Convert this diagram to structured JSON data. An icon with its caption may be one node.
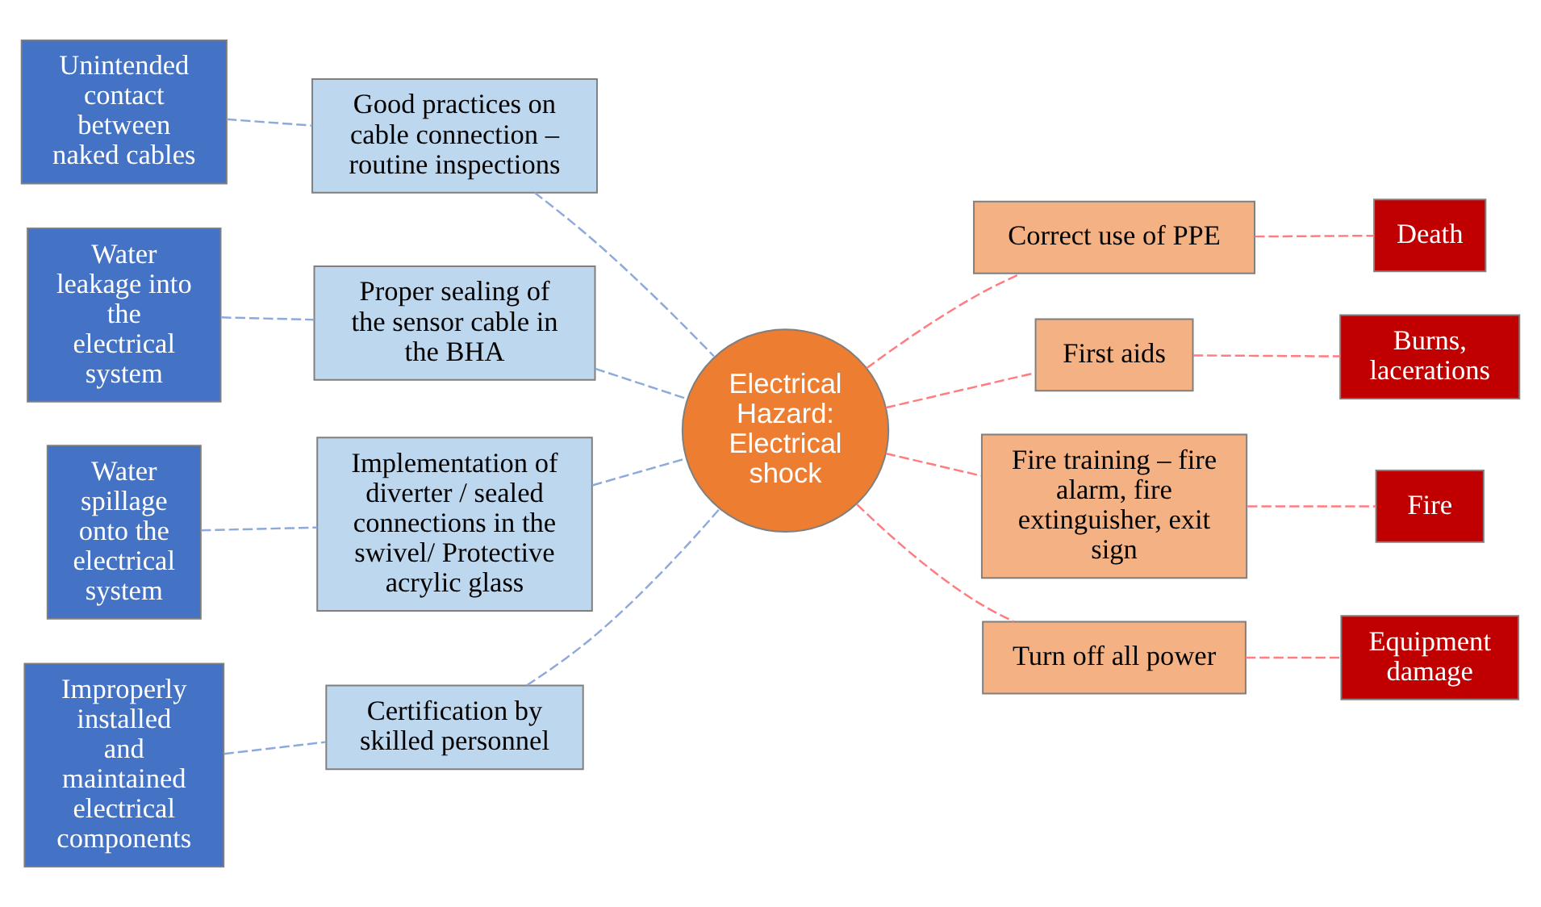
{
  "diagram": {
    "nodes": [
      {
        "text": [
          "Unintended contact between naked cables"
        ]
      },
      {
        "text": [
          "Water leakage into the electrical system"
        ]
      },
      {
        "text": [
          "Water spillage onto the electrical system"
        ]
      },
      {
        "text": [
          "Improperly installed and maintained electrical components"
        ]
      },
      {
        "text": [
          "Good practices on cable connection – routine inspections"
        ]
      },
      {
        "text": [
          "Proper sealing of the sensor cable in the BHA"
        ]
      },
      {
        "text": [
          "Implementation of diverter / sealed connections in the swivel/ Protective acrylic glass"
        ]
      },
      {
        "text": [
          "Certification by skilled personnel"
        ]
      },
      {
        "text": [
          "Electrical Hazard: Electrical shock"
        ]
      },
      {
        "text": [
          "Correct use of PPE"
        ]
      },
      {
        "text": [
          "First aids"
        ]
      },
      {
        "text": [
          "Fire training – fire alarm, fire extinguisher, exit sign"
        ]
      },
      {
        "text": [
          "Turn off all power"
        ]
      },
      {
        "text": [
          "Death"
        ]
      },
      {
        "text": [
          "Burns, lacerations"
        ]
      },
      {
        "text": [
          "Fire"
        ]
      },
      {
        "text": [
          "Equipment damage"
        ]
      }
    ],
    "edges": [
      {
        "from": 0,
        "to": 4,
        "arrow": "none",
        "style": "dashed",
        "color": "#8ea9db"
      },
      {
        "from": 1,
        "to": 5,
        "arrow": "none",
        "style": "dashed",
        "color": "#8ea9db"
      },
      {
        "from": 2,
        "to": 6,
        "arrow": "none",
        "style": "dashed",
        "color": "#8ea9db"
      },
      {
        "from": 3,
        "to": 7,
        "arrow": "none",
        "style": "dashed",
        "color": "#8ea9db"
      },
      {
        "from": 4,
        "to": 8,
        "arrow": "none",
        "style": "dashed",
        "color": "#8ea9db"
      },
      {
        "from": 5,
        "to": 8,
        "arrow": "none",
        "style": "dashed",
        "color": "#8ea9db"
      },
      {
        "from": 6,
        "to": 8,
        "arrow": "none",
        "style": "dashed",
        "color": "#8ea9db"
      },
      {
        "from": 7,
        "to": 8,
        "arrow": "none",
        "style": "dashed",
        "color": "#8ea9db"
      },
      {
        "from": 8,
        "to": 9,
        "arrow": "none",
        "style": "dashed",
        "color": "#ff7c80"
      },
      {
        "from": 8,
        "to": 10,
        "arrow": "none",
        "style": "dashed",
        "color": "#ff7c80"
      },
      {
        "from": 8,
        "to": 11,
        "arrow": "none",
        "style": "dashed",
        "color": "#ff7c80"
      },
      {
        "from": 8,
        "to": 12,
        "arrow": "none",
        "style": "dashed",
        "color": "#ff7c80"
      },
      {
        "from": 9,
        "to": 13,
        "arrow": "none",
        "style": "dashed",
        "color": "#ff7c80"
      },
      {
        "from": 10,
        "to": 14,
        "arrow": "none",
        "style": "dashed",
        "color": "#ff7c80"
      },
      {
        "from": 11,
        "to": 15,
        "arrow": "none",
        "style": "dashed",
        "color": "#ff7c80"
      },
      {
        "from": 12,
        "to": 16,
        "arrow": "none",
        "style": "dashed",
        "color": "#ff7c80"
      }
    ]
  }
}
